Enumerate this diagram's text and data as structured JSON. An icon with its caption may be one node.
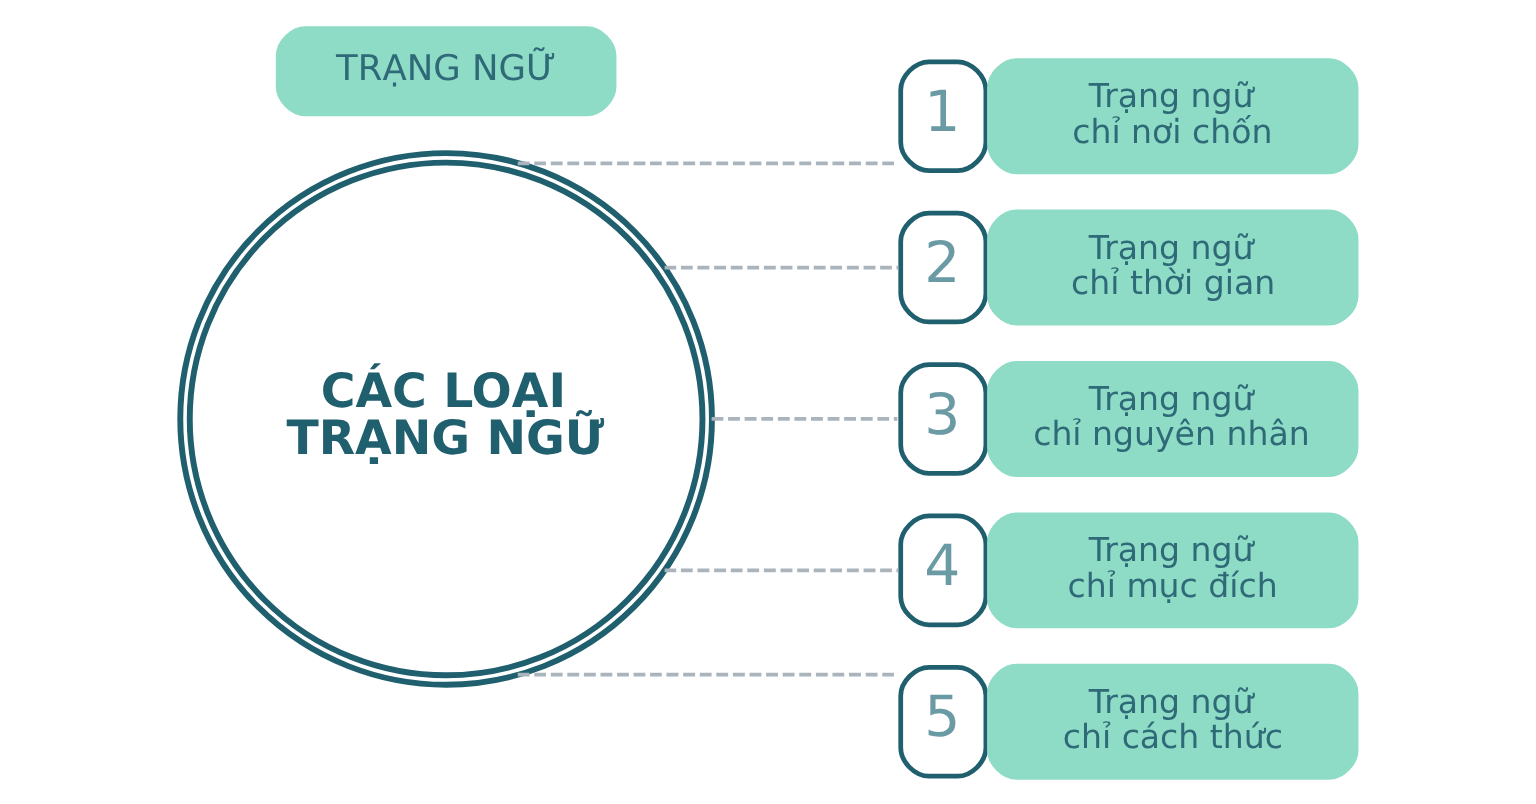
{
  "diagram": {
    "nodes": [
      {
        "text": [
          "TRẠNG NGỮ"
        ]
      },
      {
        "text": [
          "CÁC LOẠI TRẠNG NGỮ"
        ]
      },
      {
        "text": [
          "1",
          "Trạng ngữ chỉ nơi chốn"
        ]
      },
      {
        "text": [
          "2",
          "Trạng ngữ chỉ thời gian"
        ]
      },
      {
        "text": [
          "3",
          "Trạng ngữ chỉ nguyên nhân"
        ]
      },
      {
        "text": [
          "4",
          "Trạng ngữ chỉ mục đích"
        ]
      },
      {
        "text": [
          "5",
          "Trạng ngữ chỉ cách thức"
        ]
      }
    ],
    "edges": [
      {
        "from": 1,
        "to": 2,
        "arrow": "none",
        "style": "dashed"
      },
      {
        "from": 1,
        "to": 3,
        "arrow": "none",
        "style": "dashed"
      },
      {
        "from": 1,
        "to": 4,
        "arrow": "none",
        "style": "dashed"
      },
      {
        "from": 1,
        "to": 5,
        "arrow": "none",
        "style": "dashed"
      },
      {
        "from": 1,
        "to": 6,
        "arrow": "none",
        "style": "dashed"
      }
    ]
  }
}
